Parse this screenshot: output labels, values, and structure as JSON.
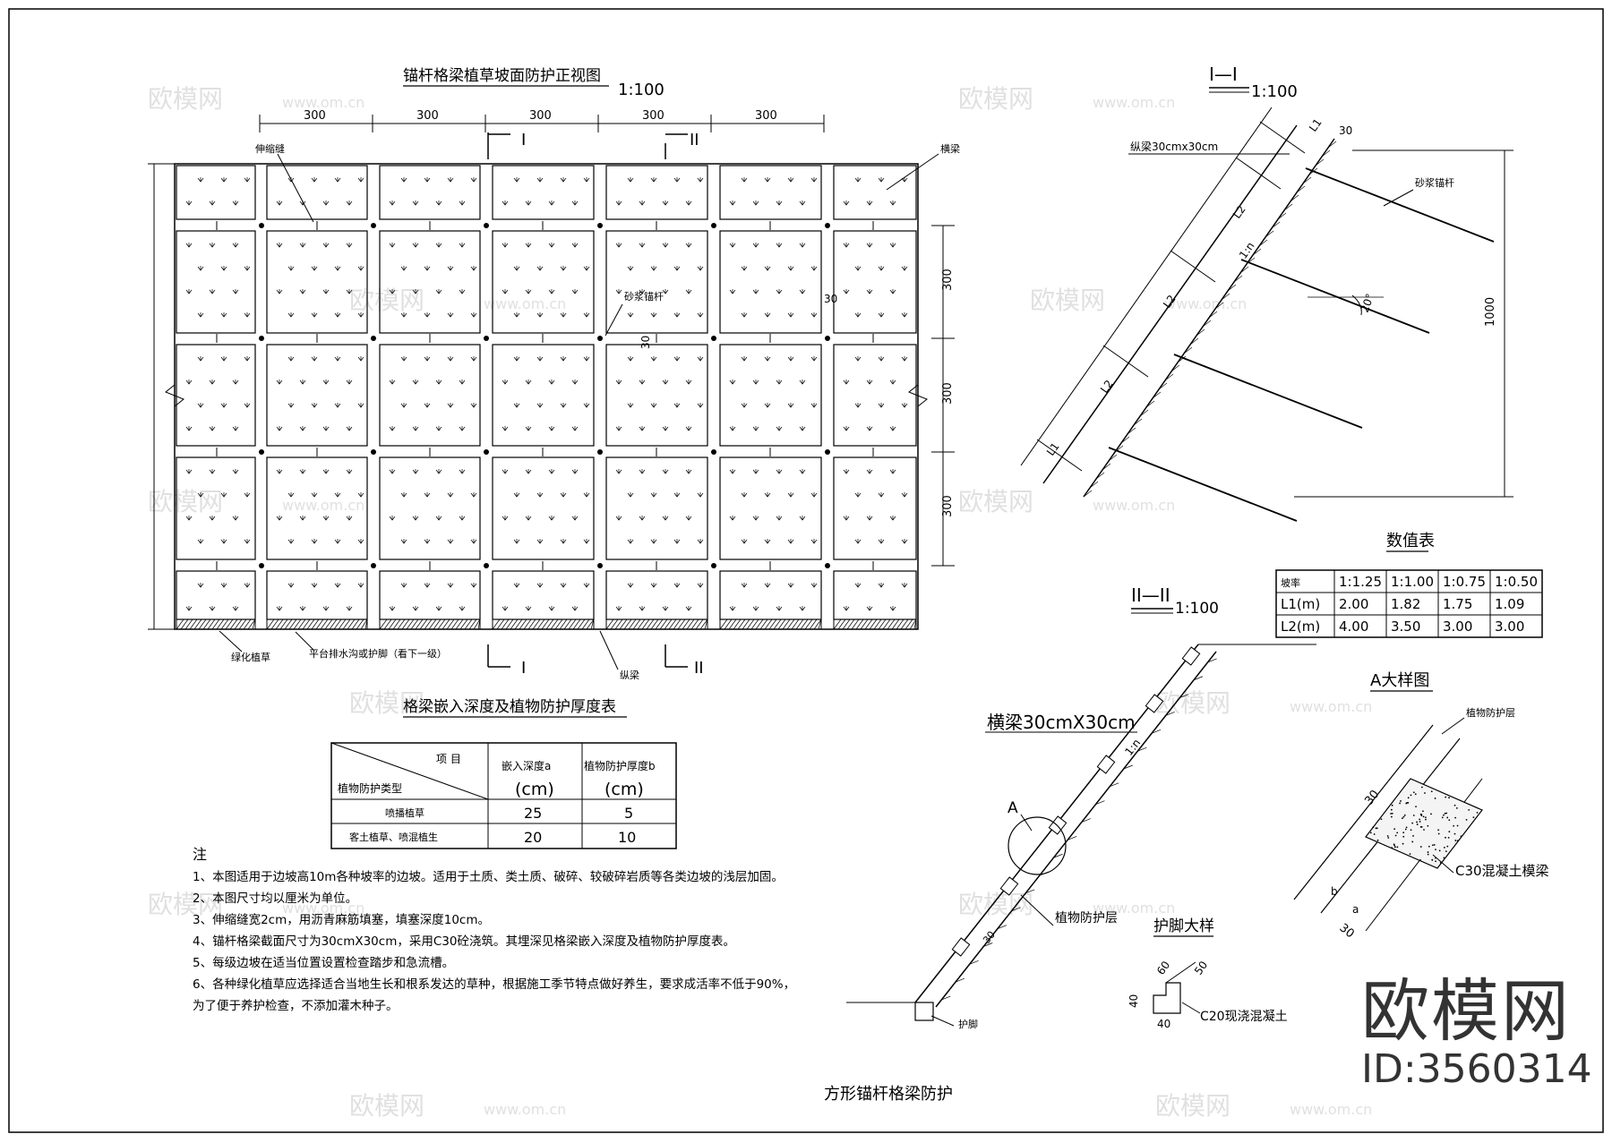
{
  "front_view": {
    "title": "锚杆格梁植草坡面防护正视图",
    "scale": "1:100",
    "top_dims": [
      "300",
      "300",
      "300",
      "300",
      "300"
    ],
    "right_dims": [
      "300",
      "300",
      "300"
    ],
    "section_marks": {
      "I": "I",
      "II": "II"
    },
    "labels": {
      "expansion_joint": "伸缩缝",
      "transverse_beam": "横梁",
      "mortar_anchor": "砂浆锚杆",
      "dim_30_h": "30",
      "dim_30_v": "30",
      "greening": "绿化植草",
      "platform": "平台排水沟或护脚（看下一级）",
      "longitudinal_beam": "纵梁"
    }
  },
  "section_i": {
    "title": "I—I",
    "scale": "1:100",
    "labels": {
      "beam_size": "纵梁30cmx30cm",
      "anchor": "砂浆锚杆",
      "l1": "L1",
      "l2": "L2",
      "slope": "1:n",
      "angle": "20°",
      "dim_30": "30",
      "height": "1000"
    }
  },
  "value_table": {
    "title": "数值表",
    "header": [
      "坡率",
      "1:1.25",
      "1:1.00",
      "1:0.75",
      "1:0.50"
    ],
    "rows": [
      [
        "L1(m)",
        "2.00",
        "1.82",
        "1.75",
        "1.09"
      ],
      [
        "L2(m)",
        "4.00",
        "3.50",
        "3.00",
        "3.00"
      ]
    ]
  },
  "section_ii": {
    "title": "II—II",
    "scale": "1:100",
    "labels": {
      "beam": "横梁30cmX30cm",
      "slope": "1:n",
      "detail_mark": "A",
      "veg_layer": "植物防护层",
      "foot": "护脚",
      "dim_30": "30"
    }
  },
  "detail_a": {
    "title": "A大样图",
    "labels": {
      "veg_layer": "植物防护层",
      "concrete": "C30混凝土模梁",
      "dim_30a": "30",
      "dim_30b": "30",
      "dim_b": "b",
      "dim_a": "a"
    }
  },
  "foot_detail": {
    "title": "护脚大样",
    "labels": {
      "d60": "60",
      "d50": "50",
      "d40a": "40",
      "d40b": "40",
      "concrete": "C20现浇混凝土"
    }
  },
  "depth_table": {
    "title": "格梁嵌入深度及植物防护厚度表",
    "corner_top": "项 目",
    "corner_bottom": "植物防护类型",
    "col1_head": "嵌入深度a",
    "col1_unit": "(cm)",
    "col2_head": "植物防护厚度b",
    "col2_unit": "(cm)",
    "rows": [
      [
        "喷播植草",
        "25",
        "5"
      ],
      [
        "客土植草、喷混植生",
        "20",
        "10"
      ]
    ]
  },
  "notes": {
    "heading": "注",
    "items": [
      "1、本图适用于边坡高10m各种坡率的边坡。适用于土质、类土质、破碎、较破碎岩质等各类边坡的浅层加固。",
      "2、本图尺寸均以厘米为单位。",
      "3、伸缩缝宽2cm，用沥青麻筋填塞，填塞深度10cm。",
      "4、锚杆格梁截面尺寸为30cmX30cm，采用C30砼浇筑。其埋深见格梁嵌入深度及植物防护厚度表。",
      "5、每级边坡在适当位置设置检查踏步和急流槽。",
      "6、各种绿化植草应选择适合当地生长和根系发达的草种，根据施工季节特点做好养生，要求成活率不低于90%，",
      "为了便于养护检查，不添加灌木种子。"
    ]
  },
  "drawing_title": "方形锚杆格梁防护",
  "watermarks": [
    "欧模网",
    "www.om.cn"
  ],
  "brand": {
    "logo": "欧模网",
    "id": "ID:3560314"
  }
}
